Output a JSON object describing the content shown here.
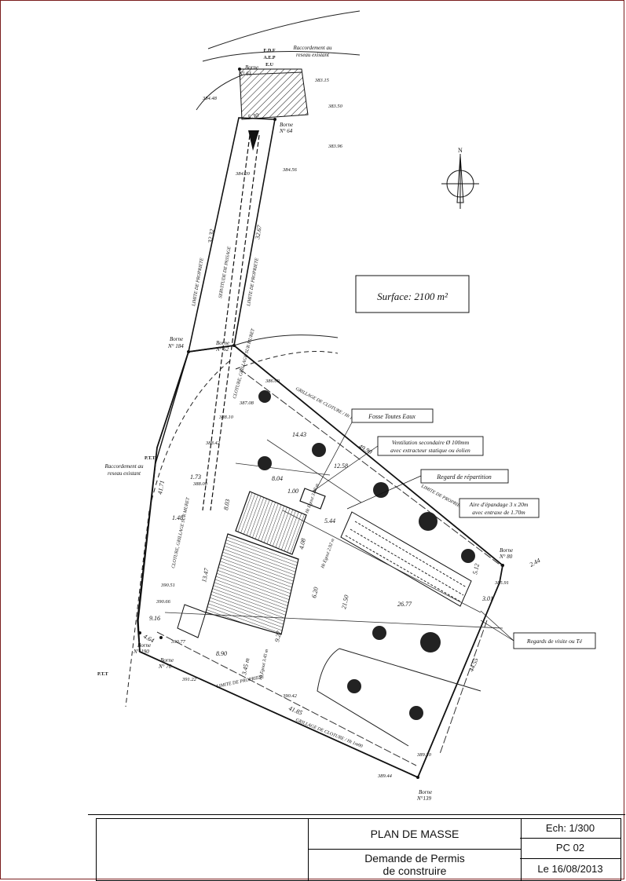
{
  "plan": {
    "surface_label": "Surface: 2100 m²",
    "north": "N",
    "connections": {
      "edf": "E.D.F",
      "aep": "A.E.P",
      "eu": "E.U",
      "raccordement_top": [
        "Raccordement au",
        "reseau existant"
      ],
      "raccordement_left": [
        "Raccordement au",
        "reseau existant"
      ],
      "ptt_1": "P.T.T",
      "ptt_2": "P.T.T"
    },
    "bornes": [
      {
        "name": "Borne",
        "num": "N° 61"
      },
      {
        "name": "Borne",
        "num": "N° 64"
      },
      {
        "name": "Borne",
        "num": "N° 62"
      },
      {
        "name": "Borne",
        "num": "N° 184"
      },
      {
        "name": "Borne",
        "num": "N° 190"
      },
      {
        "name": "Borne",
        "num": "N° 70"
      },
      {
        "name": "Borne",
        "num": "N° 80"
      },
      {
        "name": "Borne",
        "num": "N°139"
      }
    ],
    "levels": [
      "384.48",
      "383.15",
      "383.50",
      "383.96",
      "384.20",
      "384.56",
      "386.09",
      "387.08",
      "388.10",
      "388.42",
      "388.00",
      "390.51",
      "390.66",
      "390.77",
      "391.22",
      "390.42",
      "389.20",
      "389.44",
      "385.91"
    ],
    "dims": [
      "5.30",
      "32.32",
      "32.67",
      "41.71",
      "14.43",
      "12.58",
      "8.04",
      "1.00",
      "8.03",
      "4.08",
      "5.44",
      "13.47",
      "6.20",
      "9.27",
      "21.50",
      "26.77",
      "3.01",
      "5.12",
      "9.16",
      "4.64",
      "8.90",
      "3.45 m",
      "41.85",
      "49.90",
      "2.44",
      "44.55",
      "1.73",
      "1.48"
    ],
    "labels": {
      "limite_1": "LIMITE DE PROPRIETE",
      "servitude": "SERVITUDE DE PASSAGE",
      "limite_2": "LIMITE DE PROPRIETE",
      "grillage_top": "GRILLAGE DE CLOTURE / Ht 1m00",
      "grillage_bottom": "GRILLAGE DE CLOTURE / Ht 1m00",
      "limite_right": "LIMITE DE PROPRIETE",
      "limite_bottom": "LIMITE DE PROPRIETE",
      "cloture_left": "CLOTURE, GRILLAGE SUR MURET",
      "cloture_mid": "CLOTURE, GRILLAGE SUR MURET",
      "egout_1": "Ht Egout 3.60 m",
      "egout_2": "Ht Egout 2.92 m",
      "egout_3": "Ht Egout 3.45 m"
    },
    "callouts": {
      "fosse": "Fosse Toutes Eaux",
      "ventilation_1": "Ventilation secondaire Ø 100mm",
      "ventilation_2": "avec extracteur statique ou éolien",
      "regard": "Regard de répartition",
      "aire_1": "Aire d'épandage 3 x 20m",
      "aire_2": "avec entraxe de 1.70m",
      "regards_visite": "Regards de visite ou Té"
    }
  },
  "title_block": {
    "title": "PLAN DE MASSE",
    "subtitle_1": "Demande de Permis",
    "subtitle_2": "de construire",
    "scale": "Ech: 1/300",
    "doc_code": "PC 02",
    "date": "Le 16/08/2013"
  }
}
